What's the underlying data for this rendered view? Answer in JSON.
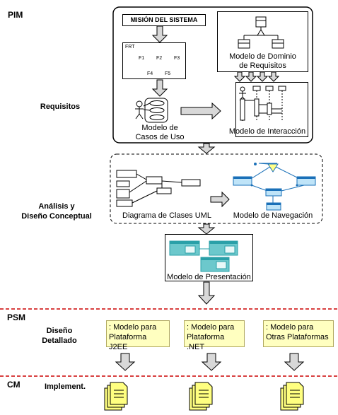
{
  "levels": {
    "pim": "PIM",
    "psm": "PSM",
    "cm": "CM"
  },
  "phases": {
    "requisitos": "Requisitos",
    "analisis_1": "Análisis y",
    "analisis_2": "Diseño Conceptual",
    "diseno_1": "Diseño",
    "diseno_2": "Detallado",
    "implement": "Implement."
  },
  "pim_models": {
    "mision": "MISIÓN DEL SISTEMA",
    "frt": "FRT",
    "f1": "F1",
    "f2": "F2",
    "f3": "F3",
    "f4": "F4",
    "f5": "F5",
    "dominio_1": "Modelo de Dominio",
    "dominio_2": "de Requisitos",
    "casos_1": "Modelo de",
    "casos_2": "Casos de Uso",
    "interaccion": "Modelo de Interacción",
    "clases": "Diagrama de Clases UML",
    "navegacion": "Modelo de Navegación",
    "presentacion": "Modelo de Presentación"
  },
  "psm_models": [
    {
      "line1": ": Modelo para",
      "line2": "Plataforma J2EE"
    },
    {
      "line1": ": Modelo para",
      "line2": "Plataforma .NET"
    },
    {
      "line1": ": Modelo para",
      "line2": "Otras Plataformas"
    }
  ],
  "colors": {
    "separator": "#cc0000",
    "arrow_fill": "#d8d8d8",
    "note_fill": "#ffffc0",
    "teal": "#2aa0a8"
  }
}
